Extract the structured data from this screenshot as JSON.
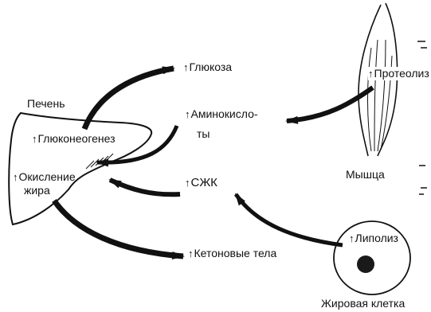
{
  "organs": {
    "liver": "Печень",
    "muscle": "Мышца",
    "fat_cell": "Жировая клетка"
  },
  "up_arrow": "↑",
  "labels": {
    "glucose": "Глюкоза",
    "gluconeogenesis": "Глюконеогенез",
    "oxidation_line1": "Окисление",
    "oxidation_line2": "жира",
    "amino_line1": "Аминокисло-",
    "amino_line2": "ты",
    "ffa": "СЖК",
    "ketone_bodies": "Кетоновые тела",
    "proteolysis": "Протеолиз",
    "lipolysis": "Липолиз"
  },
  "colors": {
    "ink": "#111111",
    "background": "#ffffff"
  }
}
